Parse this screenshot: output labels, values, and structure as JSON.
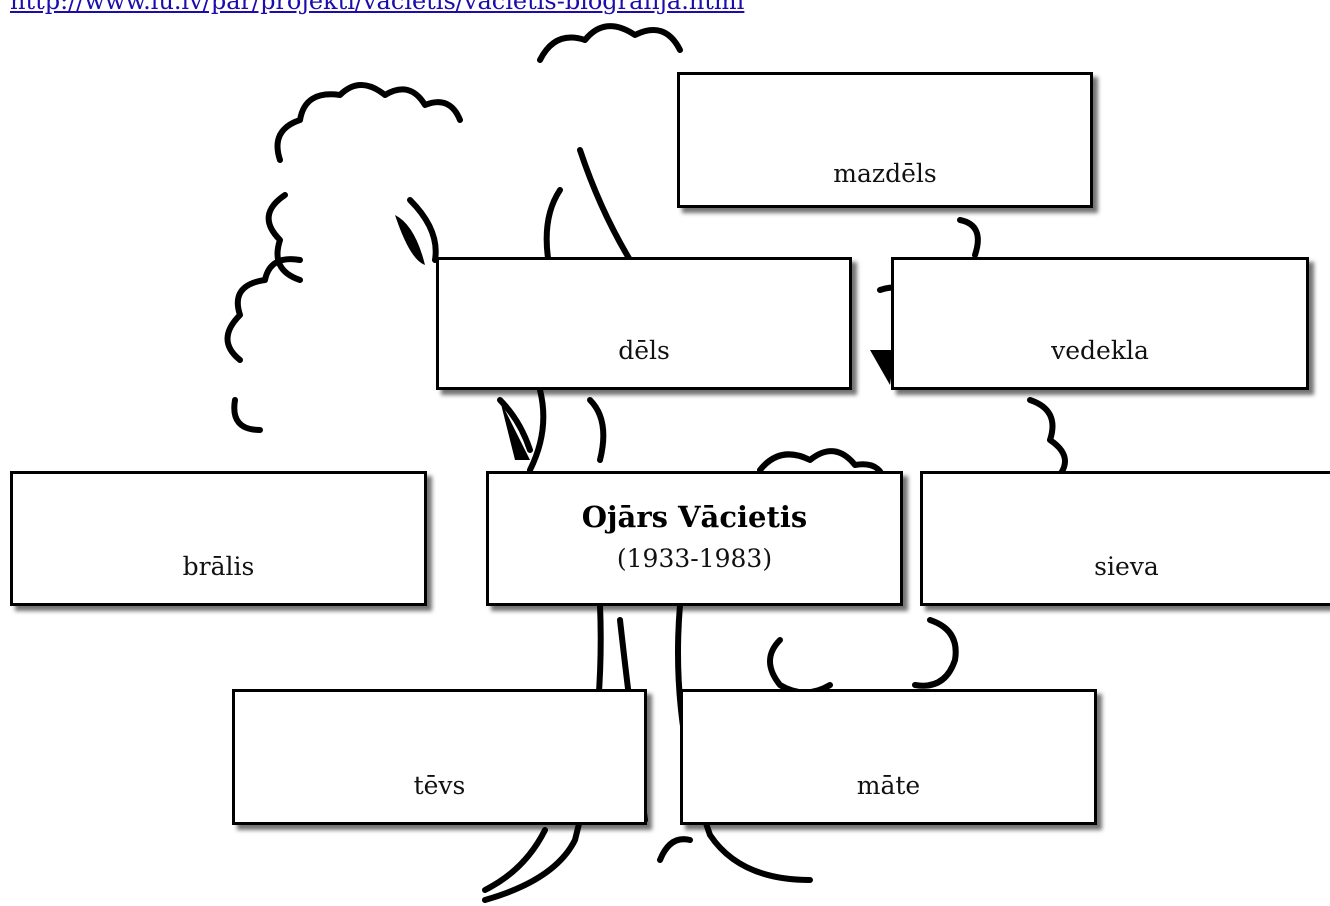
{
  "header": {
    "link_text": "http://www.lu.lv/par/projekti/vacietis/vacietis-biografija.html"
  },
  "family_tree": {
    "person": {
      "name": "Ojārs Vācietis",
      "years": "(1933-1983)"
    },
    "relatives": {
      "grandson": "mazdēls",
      "son": "dēls",
      "daughter_in_law": "vedekla",
      "brother": "brālis",
      "wife": "sieva",
      "father": "tēvs",
      "mother": "māte"
    }
  }
}
